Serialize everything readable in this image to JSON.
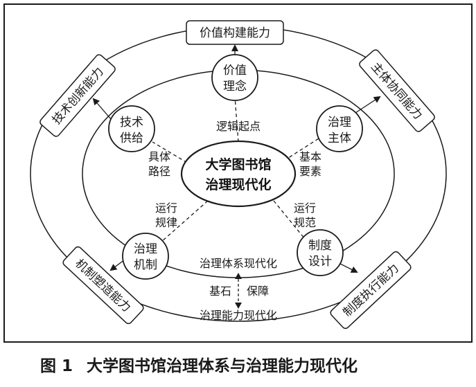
{
  "center": {
    "line1": "大学图书馆",
    "line2": "治理现代化"
  },
  "nodes": {
    "value_concept": {
      "line1": "价值",
      "line2": "理念"
    },
    "tech_supply": {
      "line1": "技术",
      "line2": "供给"
    },
    "gov_subject": {
      "line1": "治理",
      "line2": "主体"
    },
    "gov_mechanism": {
      "line1": "治理",
      "line2": "机制"
    },
    "system_design": {
      "line1": "制度",
      "line2": "设计"
    }
  },
  "spoke_labels": {
    "logic_start": "逻辑起点",
    "concrete_path_1": "具体",
    "concrete_path_2": "路径",
    "basic_element_1": "基本",
    "basic_element_2": "要素",
    "operation_law_1": "运行",
    "operation_law_2": "规律",
    "operation_norm_1": "运行",
    "operation_norm_2": "规范"
  },
  "capabilities": {
    "value_construction": "价值构建能力",
    "subject_collaboration": "主体协同能力",
    "tech_innovation": "技术创新能力",
    "mechanism_shaping": "机制塑造能力",
    "system_execution": "制度执行能力"
  },
  "bottom": {
    "system_modernization": "治理体系现代化",
    "capability_modernization": "治理能力现代化",
    "foundation": "基石",
    "guarantee": "保障"
  },
  "caption": {
    "number": "图 1",
    "title": "大学图书馆治理体系与治理能力现代化"
  }
}
